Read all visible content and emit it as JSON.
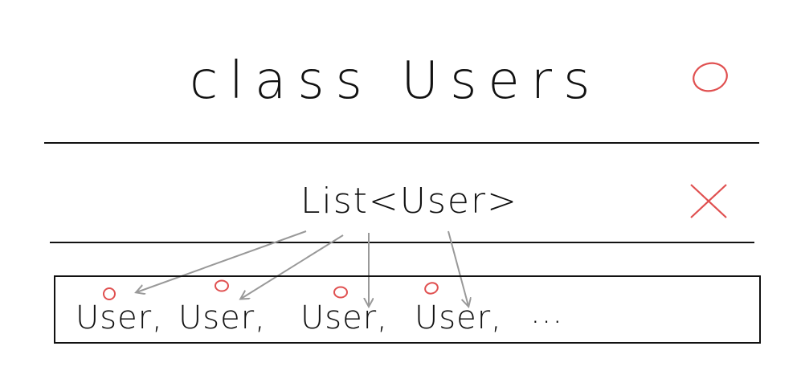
{
  "top": {
    "text": "class Users",
    "mark": "circle-mark-icon"
  },
  "middle": {
    "text": "List<User>",
    "mark": "cross-mark-icon"
  },
  "bottom": {
    "items": [
      {
        "text": "User,",
        "mark": "small-circle-mark-icon"
      },
      {
        "text": "User,",
        "mark": "small-circle-mark-icon"
      },
      {
        "text": "User,",
        "mark": "small-circle-mark-icon"
      },
      {
        "text": "User,",
        "mark": "small-circle-mark-icon"
      }
    ],
    "ellipsis": "..."
  },
  "colors": {
    "ink": "#111111",
    "mark": "#e05050",
    "arrow": "#999999"
  }
}
